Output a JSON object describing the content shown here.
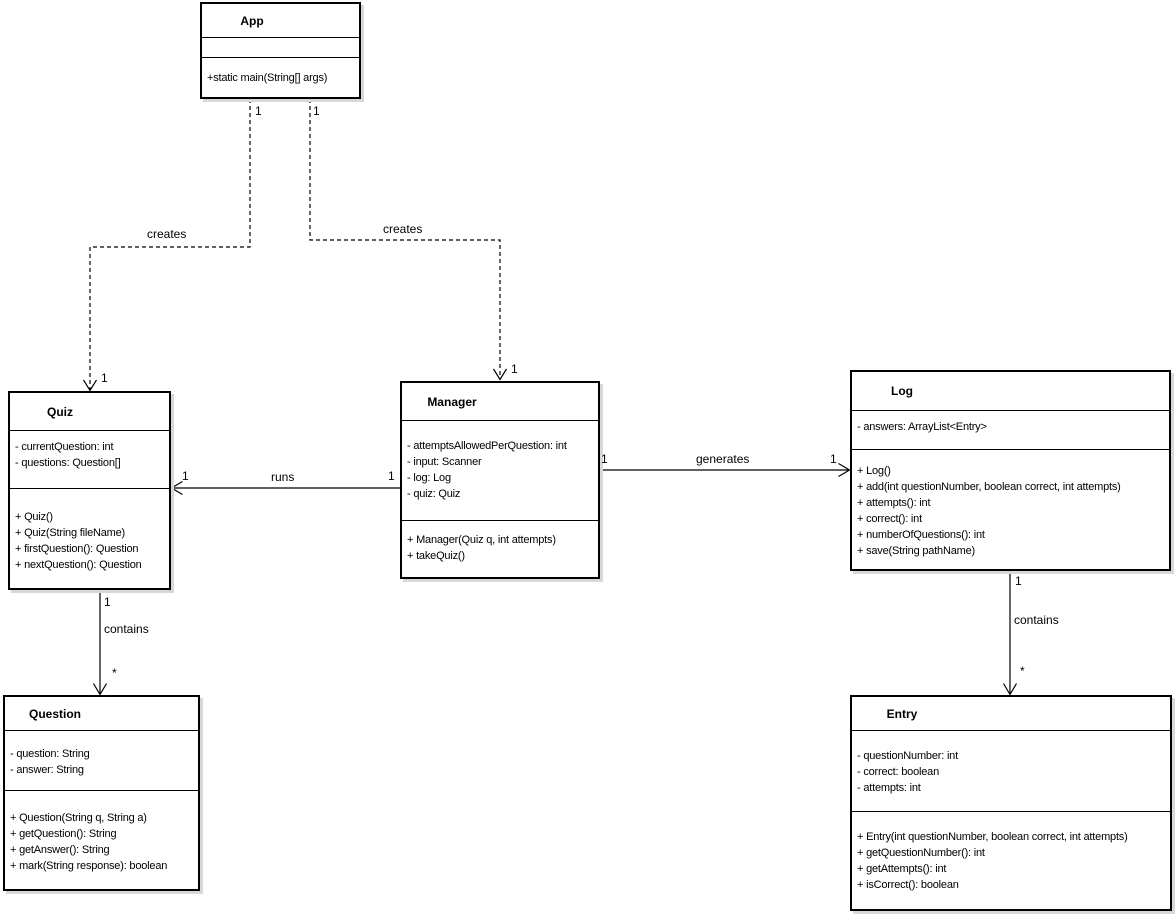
{
  "diagram": {
    "title": "Quiz application UML class diagram",
    "colors": {
      "background": "#ffffff",
      "node_fill": "#ffffff",
      "node_border": "#000000",
      "node_shadow": "#d8d8d8",
      "line": "#000000",
      "text": "#000000"
    },
    "classes": [
      {
        "name": "App",
        "attributes": [],
        "methods": [
          "+static main(String[] args)"
        ]
      },
      {
        "name": "Quiz",
        "attributes": [
          "- currentQuestion: int",
          "- questions: Question[]"
        ],
        "methods": [
          "+ Quiz()",
          "+ Quiz(String fileName)",
          "+ firstQuestion(): Question",
          "+ nextQuestion(): Question"
        ]
      },
      {
        "name": "Manager",
        "attributes": [
          "- attemptsAllowedPerQuestion: int",
          "- input: Scanner",
          "- log: Log",
          "- quiz: Quiz"
        ],
        "methods": [
          "+ Manager(Quiz q, int attempts)",
          "+ takeQuiz()"
        ]
      },
      {
        "name": "Log",
        "attributes": [
          "- answers: ArrayList<Entry>"
        ],
        "methods": [
          "+ Log()",
          "+ add(int questionNumber, boolean correct, int attempts)",
          "+ attempts(): int",
          "+ correct(): int",
          "+ numberOfQuestions(): int",
          "+ save(String pathName)"
        ]
      },
      {
        "name": "Question",
        "attributes": [
          "- question: String",
          "- answer: String"
        ],
        "methods": [
          "+ Question(String q, String a)",
          "+ getQuestion(): String",
          "+ getAnswer(): String",
          "+ mark(String response): boolean"
        ]
      },
      {
        "name": "Entry",
        "attributes": [
          "- questionNumber: int",
          "- correct: boolean",
          "- attempts: int"
        ],
        "methods": [
          "+ Entry(int questionNumber, boolean correct, int attempts)",
          "+ getQuestionNumber(): int",
          "+ getAttempts(): int",
          "+ isCorrect(): boolean"
        ]
      }
    ],
    "relationships": [
      {
        "source": "App",
        "target": "Quiz",
        "label": "creates",
        "type": "dependency",
        "line_style": "dashed",
        "source_multiplicity": "1",
        "target_multiplicity": "1"
      },
      {
        "source": "App",
        "target": "Manager",
        "label": "creates",
        "type": "dependency",
        "line_style": "dashed",
        "source_multiplicity": "1",
        "target_multiplicity": "1"
      },
      {
        "source": "Manager",
        "target": "Quiz",
        "label": "runs",
        "type": "association",
        "line_style": "solid",
        "source_multiplicity": "1",
        "target_multiplicity": "1"
      },
      {
        "source": "Manager",
        "target": "Log",
        "label": "generates",
        "type": "association",
        "line_style": "solid",
        "source_multiplicity": "1",
        "target_multiplicity": "1"
      },
      {
        "source": "Quiz",
        "target": "Question",
        "label": "contains",
        "type": "association",
        "line_style": "solid",
        "source_multiplicity": "1",
        "target_multiplicity": "*"
      },
      {
        "source": "Log",
        "target": "Entry",
        "label": "contains",
        "type": "association",
        "line_style": "solid",
        "source_multiplicity": "1",
        "target_multiplicity": "*"
      }
    ]
  }
}
